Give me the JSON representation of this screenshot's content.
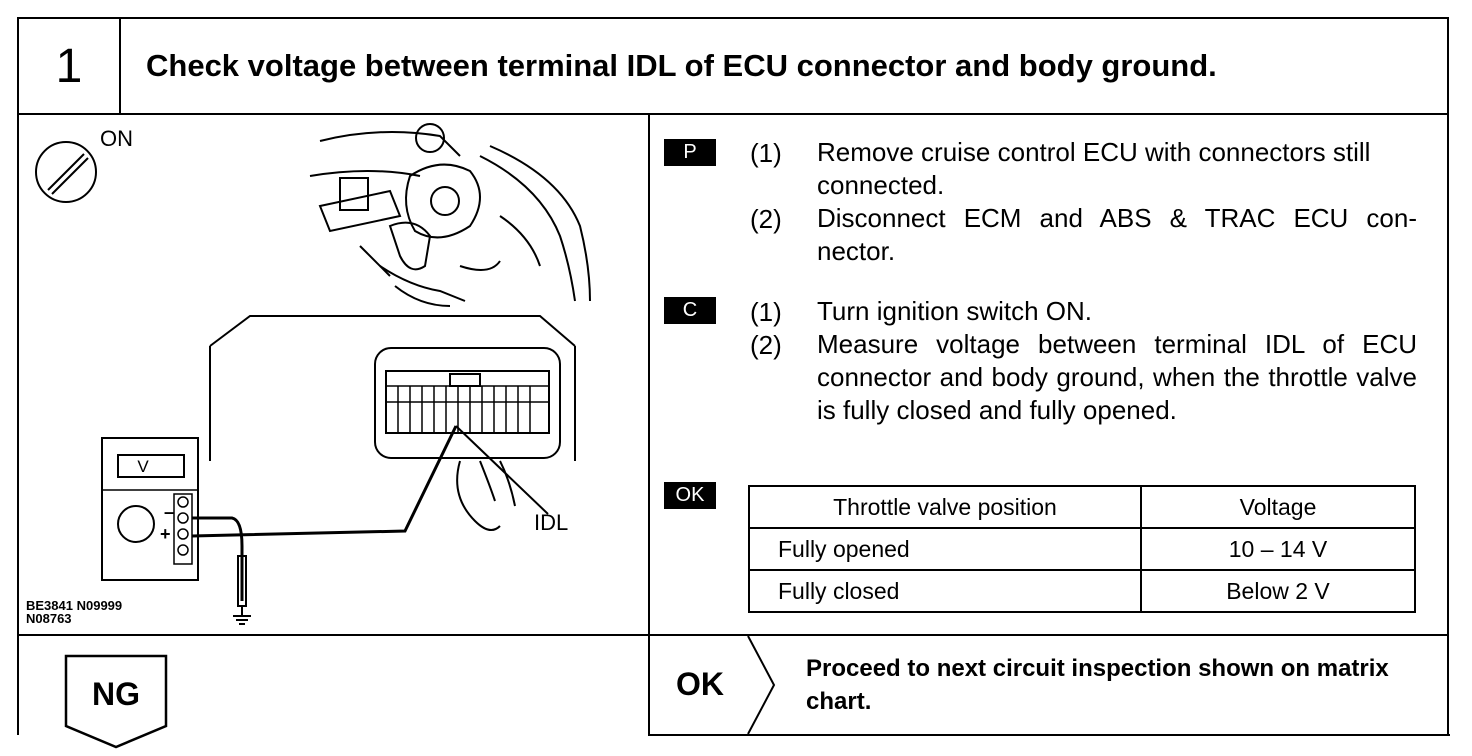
{
  "header": {
    "step_number": "1",
    "title": "Check voltage between terminal IDL of ECU connector and body ground."
  },
  "illustration": {
    "ignition_label": "ON",
    "meter_label": "V",
    "terminal_label": "IDL",
    "figure_codes": [
      "BE3841 N09999",
      "N08763"
    ]
  },
  "prep": {
    "tag": "P",
    "steps": [
      {
        "num": "(1)",
        "text": "Remove cruise control ECU with connectors still connected."
      },
      {
        "num": "(2)",
        "text": "Disconnect ECM and ABS & TRAC ECU con-nector."
      }
    ]
  },
  "check": {
    "tag": "C",
    "steps": [
      {
        "num": "(1)",
        "text": "Turn ignition switch ON."
      },
      {
        "num": "(2)",
        "text": "Measure voltage between terminal IDL of ECU connector and body ground, when the throttle valve is fully closed and fully opened."
      }
    ]
  },
  "spec": {
    "tag": "OK",
    "headers": [
      "Throttle valve position",
      "Voltage"
    ],
    "rows": [
      [
        "Fully opened",
        "10 – 14 V"
      ],
      [
        "Fully closed",
        "Below 2 V"
      ]
    ]
  },
  "result_ng": {
    "label": "NG"
  },
  "result_ok": {
    "label": "OK",
    "text": "Proceed to next circuit inspection shown on matrix chart."
  }
}
